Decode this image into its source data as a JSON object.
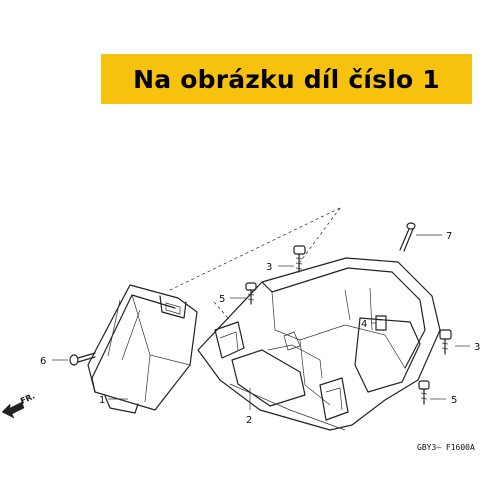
{
  "banner": {
    "text": "Na obrázku díl číslo 1",
    "background": "#f7c20d"
  },
  "callouts": {
    "c1": "1",
    "c2": "2",
    "c3a": "3",
    "c3b": "3",
    "c4": "4",
    "c5a": "5",
    "c5b": "5",
    "c6": "6",
    "c7": "7"
  },
  "direction_label": "FR.",
  "diagram_code": "GBY3— F1600A"
}
